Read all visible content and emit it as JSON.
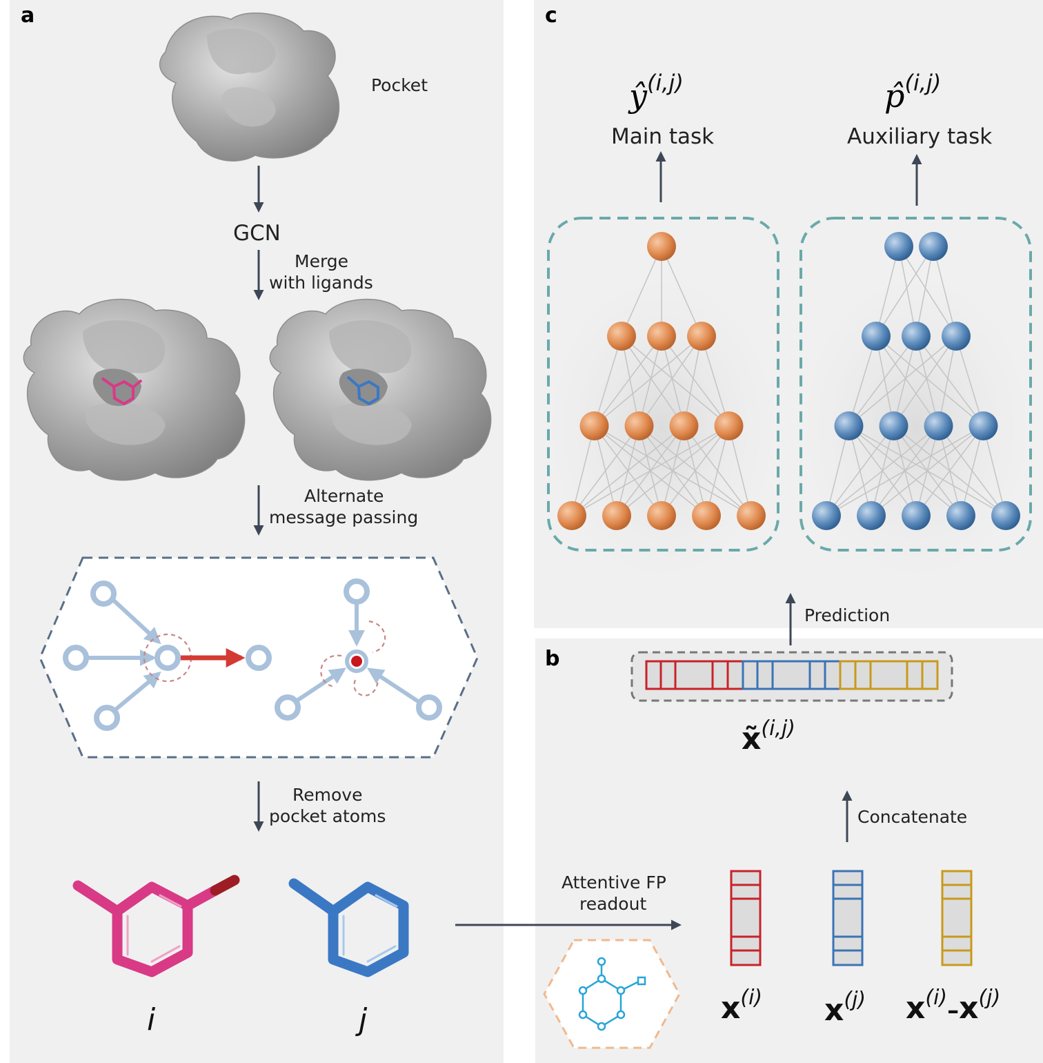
{
  "panels": {
    "a": "a",
    "b": "b",
    "c": "c"
  },
  "panel_a": {
    "pocket_label": "Pocket",
    "gcn_label": "GCN",
    "merge_line1": "Merge",
    "merge_line2": "with ligands",
    "alternate_line1": "Alternate",
    "alternate_line2": "message passing",
    "remove_line1": "Remove",
    "remove_line2": "pocket atoms",
    "ligand_i": "i",
    "ligand_j": "j"
  },
  "panel_b": {
    "readout_line1": "Attentive FP",
    "readout_line2": "readout",
    "concatenate": "Concatenate",
    "prediction": "Prediction",
    "x_tilde": "x̃",
    "x_tilde_sup": "(i,j)",
    "vec_i": "x",
    "vec_i_sup": "(i)",
    "vec_j": "x",
    "vec_j_sup": "(j)",
    "vec_diff_a": "x",
    "vec_diff_a_sup": "(i)",
    "vec_diff_minus": "–",
    "vec_diff_b": "x",
    "vec_diff_b_sup": "(j)"
  },
  "panel_c": {
    "main_symbol": "ŷ",
    "main_sup": "(i,j)",
    "main_task": "Main task",
    "aux_symbol": "p̂",
    "aux_sup": "(i,j)",
    "aux_task": "Auxiliary task"
  },
  "colors": {
    "panel_bg": "#f0f0f0",
    "orange_node": "#e08a4f",
    "blue_node": "#4f7fae",
    "teal_dash": "#6aa9a9",
    "red_vec": "#c8222a",
    "blue_vec": "#3b73b5",
    "gold_vec": "#c89a1c",
    "ligand_pink": "#d83a86",
    "ligand_blue": "#3b78c4",
    "graph_blue": "#a9c1db",
    "red_arrow": "#d33a33"
  }
}
